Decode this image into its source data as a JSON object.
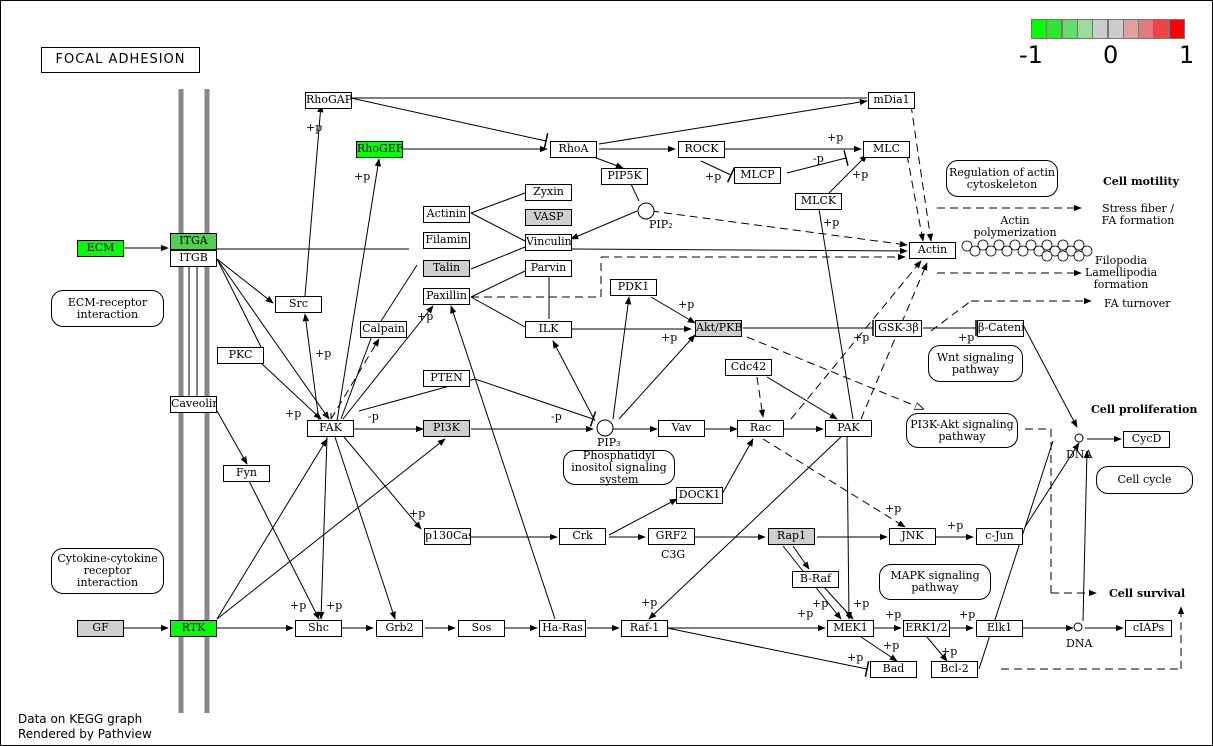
{
  "title": "FOCAL ADHESION",
  "legend": {
    "colors": [
      "#00ff00",
      "#2ee62e",
      "#66dd66",
      "#99dd99",
      "#cccccc",
      "#cccccc",
      "#e0a0a0",
      "#e27a7a",
      "#ee4444",
      "#ff0000"
    ],
    "min_label": "-1",
    "mid_label": "0",
    "max_label": "1"
  },
  "footer": {
    "line1": "Data on KEGG graph",
    "line2": "Rendered by Pathview"
  },
  "nodes": {
    "ecm": "ECM",
    "itga": "ITGA",
    "itgb": "ITGB",
    "gf": "GF",
    "rtk": "RTK",
    "caveolin": "Caveolin",
    "fyn": "Fyn",
    "pkc": "PKC",
    "src": "Src",
    "rhogap": "RhoGAP",
    "rhogef": "RhoGEF",
    "rhoa": "RhoA",
    "pip5k": "PIP5K",
    "rock": "ROCK",
    "mlcp": "MLCP",
    "mlck": "MLCK",
    "mlc": "MLC",
    "mdia1": "mDia1",
    "actinin": "Actinin",
    "filamin": "Filamin",
    "talin": "Talin",
    "paxillin": "Paxillin",
    "zyxin": "Zyxin",
    "vasp": "VASP",
    "vinculin": "Vinculin",
    "parvin": "Parvin",
    "ilk": "ILK",
    "calpain": "Calpain",
    "fak": "FAK",
    "pten": "PTEN",
    "pi3k": "PI3K",
    "pdk1": "PDK1",
    "akt": "Akt/PKB",
    "gsk3b": "GSK-3β",
    "bcatenin": "β-Catenin",
    "actin": "Actin",
    "cdc42": "Cdc42",
    "vav": "Vav",
    "rac": "Rac",
    "pak": "PAK",
    "dock1": "DOCK1",
    "p130cas": "p130Cas",
    "crk": "Crk",
    "grf2": "GRF2",
    "rap1": "Rap1",
    "jnk": "JNK",
    "cjun": "c-Jun",
    "braf": "B-Raf",
    "shc": "Shc",
    "grb2": "Grb2",
    "sos": "Sos",
    "hras": "Ha-Ras",
    "raf1": "Raf-1",
    "mek1": "MEK1",
    "erk": "ERK1/2",
    "elk1": "Elk1",
    "bad": "Bad",
    "bcl2": "Bcl-2",
    "cycd": "CycD",
    "ciaps": "cIAPs"
  },
  "pathways": {
    "ecm_receptor": "ECM-receptor interaction",
    "cytokine": "Cytokine-cytokine receptor interaction",
    "phosphatidyl": "Phosphatidyl inositol signaling system",
    "regulation_actin": "Regulation of actin cytoskeleton",
    "wnt": "Wnt signaling pathway",
    "pi3k_akt": "PI3K-Akt signaling pathway",
    "mapk": "MAPK signaling pathway",
    "cell_cycle": "Cell cycle"
  },
  "labels": {
    "pip2": "PIP₂",
    "pip3": "PIP₃",
    "dna1": "DNA",
    "dna2": "DNA",
    "c3g": "C3G",
    "actin_poly": "Actin polymerization",
    "stress_fiber": "Stress fiber / FA formation",
    "filopodia": "Filopodia Lamellipodia formation",
    "fa_turnover": "FA turnover",
    "cell_motility": "Cell motility",
    "cell_proliferation": "Cell proliferation",
    "cell_survival": "Cell survival",
    "p": "+p",
    "mp": "-p"
  }
}
